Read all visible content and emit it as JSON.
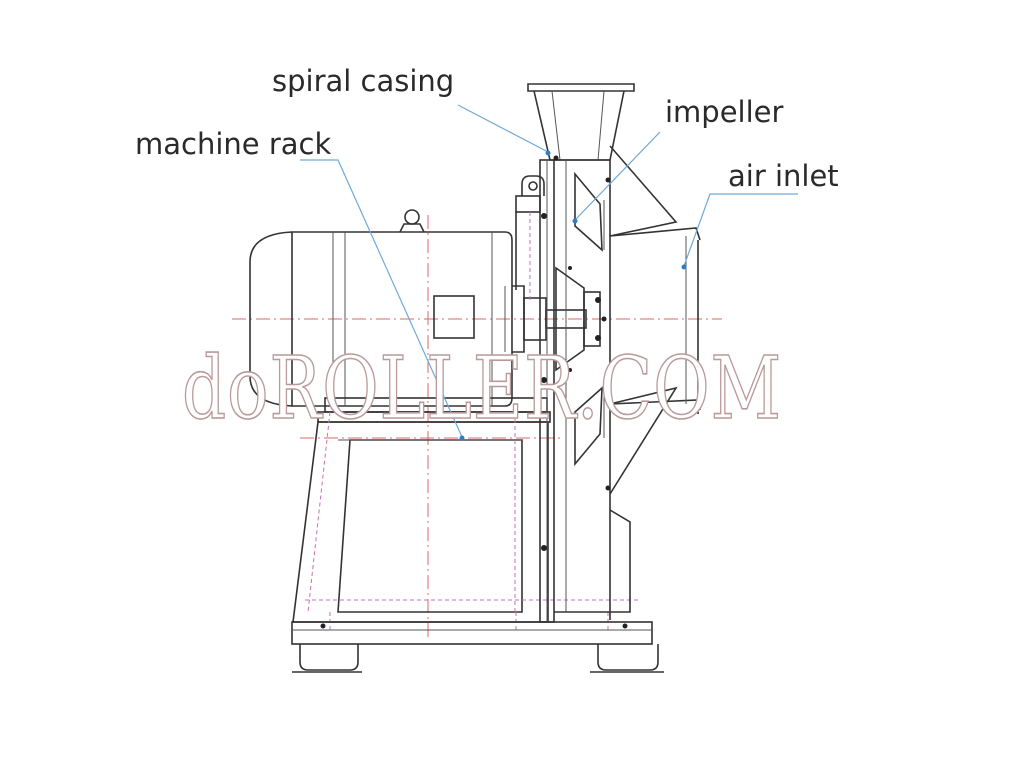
{
  "labels": {
    "spiral_casing": "spiral casing",
    "machine_rack": "machine rack",
    "impeller": "impeller",
    "air_inlet": "air inlet"
  },
  "watermark": "doROLLER.COM",
  "colors": {
    "line": "#333333",
    "center_line": "#d86a6a",
    "hidden_line": "#c86fb6",
    "leader": "#6fa9d8",
    "watermark_outline": "#b99a9a"
  }
}
